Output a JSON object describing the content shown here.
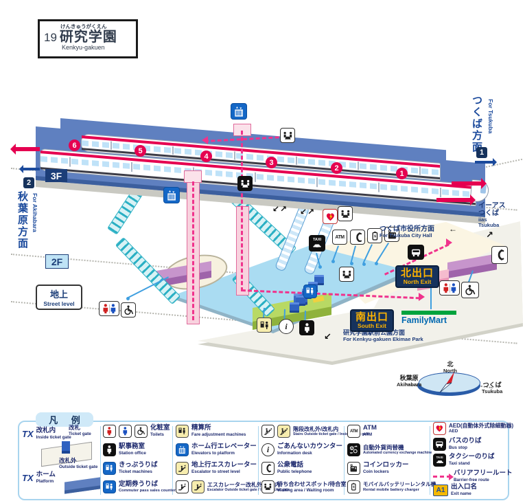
{
  "station_sign": {
    "number": "19",
    "furigana": "けんきゅうがくえん",
    "name_jp": "研究学園",
    "name_en": "Kenkyu-gakuen"
  },
  "directions": {
    "tsukuba": {
      "jp": "つくば方面",
      "en": "For Tsukuba",
      "track": "1"
    },
    "akihabara": {
      "jp": "秋葉原方面",
      "en": "For Akihabara",
      "track": "2"
    }
  },
  "floors": {
    "f3": "3F",
    "f2": "2F",
    "ground_jp": "地上",
    "ground_en": "Street level"
  },
  "train": {
    "cars": [
      "6",
      "5",
      "4",
      "3",
      "2",
      "1"
    ]
  },
  "places": {
    "city_hall": {
      "jp": "つくば市役所方面",
      "en": "For Tsukuba City Hall"
    },
    "iias": {
      "jp1": "イーアス",
      "jp2": "つくば",
      "en1": "iias",
      "en2": "Tsukuba"
    },
    "park": {
      "jp": "研究学園駅前公園方面",
      "en": "For Kenkyu-gakuen Ekimae Park"
    },
    "familymart": "FamilyMart"
  },
  "exits": {
    "north": {
      "jp": "北出口",
      "en": "North Exit"
    },
    "south": {
      "jp": "南出口",
      "en": "South Exit"
    }
  },
  "compass": {
    "north_jp": "北",
    "north_en": "North",
    "aki_jp": "秋葉原",
    "aki_en": "Akihabara",
    "tsu_jp": "つくば",
    "tsu_en": "Tsukuba"
  },
  "glyphs": {
    "atm": "ATM",
    "taxi": "TAXI",
    "tx": "TX",
    "info": "i",
    "a1": "A1"
  },
  "legend": {
    "header": "凡 例",
    "areas": {
      "inside": {
        "jp": "改札内",
        "en": "Inside ticket gate"
      },
      "gate": {
        "jp": "改札",
        "en": "Ticket gate"
      },
      "outside": {
        "jp": "改札外",
        "en": "Outside ticket gate"
      },
      "platform": {
        "jp": "ホーム",
        "en": "Platform"
      }
    },
    "items": {
      "toilets": {
        "jp": "化粧室",
        "en": "Toilets"
      },
      "office": {
        "jp": "駅事務室",
        "en": "Station office"
      },
      "ticket": {
        "jp": "きっぷうりば",
        "en": "Ticket machines"
      },
      "commuter": {
        "jp": "定期券うりば",
        "en": "Commuter pass sales counter"
      },
      "fare": {
        "jp": "精算所",
        "en": "Fare adjustment machines"
      },
      "elevator": {
        "jp": "ホーム行エレベーター",
        "en": "Elevators to platform"
      },
      "esc_street": {
        "jp": "地上行エスカレーター",
        "en": "Escalator to street level"
      },
      "esc_gates": {
        "jp": "エスカレーター改札外/改札内",
        "en": "Escalator Outside ticket gate / Inside ticket gate"
      },
      "stairs": {
        "jp": "階段改札外/改札内",
        "en": "Stairs Outside ticket gate / Inside ticket gate"
      },
      "info": {
        "jp": "ごあんないカウンター",
        "en": "Information desk"
      },
      "phone": {
        "jp": "公衆電話",
        "en": "Public telephone"
      },
      "waiting": {
        "jp": "待ち合わせスポット/待合室",
        "en": "Waiting area / Waiting room"
      },
      "atm": {
        "jp": "ATM",
        "en": "ATM"
      },
      "exchange": {
        "jp": "自動外貨両替機",
        "en": "Automated currency exchange machine"
      },
      "lockers": {
        "jp": "コインロッカー",
        "en": "Coin lockers"
      },
      "battery": {
        "jp": "モバイルバッテリーレンタル機",
        "en": "Rental mobile battery charger"
      },
      "aed": {
        "jp": "AED(自動体外式除細動器)",
        "en": "AED"
      },
      "bus": {
        "jp": "バスのりば",
        "en": "Bus stop"
      },
      "taxi": {
        "jp": "タクシーのりば",
        "en": "Taxi stand"
      },
      "barrier_free": {
        "jp": "バリアフリールート",
        "en": "Barrier-free route"
      },
      "exit_name": {
        "jp": "出入口名",
        "en": "Exit name"
      }
    }
  }
}
